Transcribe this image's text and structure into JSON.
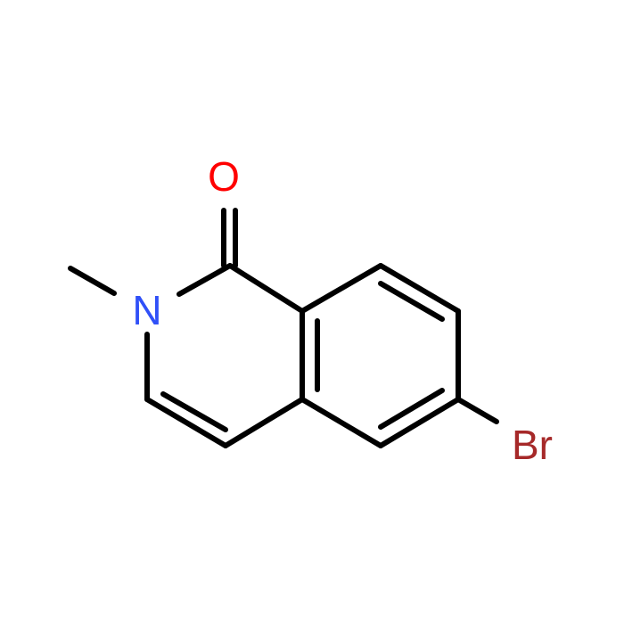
{
  "molecule": {
    "atoms": {
      "oxygen": {
        "symbol": "O",
        "color": "#ff0000"
      },
      "nitrogen": {
        "symbol": "N",
        "color": "#3050f8"
      },
      "bromine": {
        "symbol": "Br",
        "color": "#a62929"
      }
    },
    "bond_color": "#000000",
    "background": "#ffffff"
  }
}
